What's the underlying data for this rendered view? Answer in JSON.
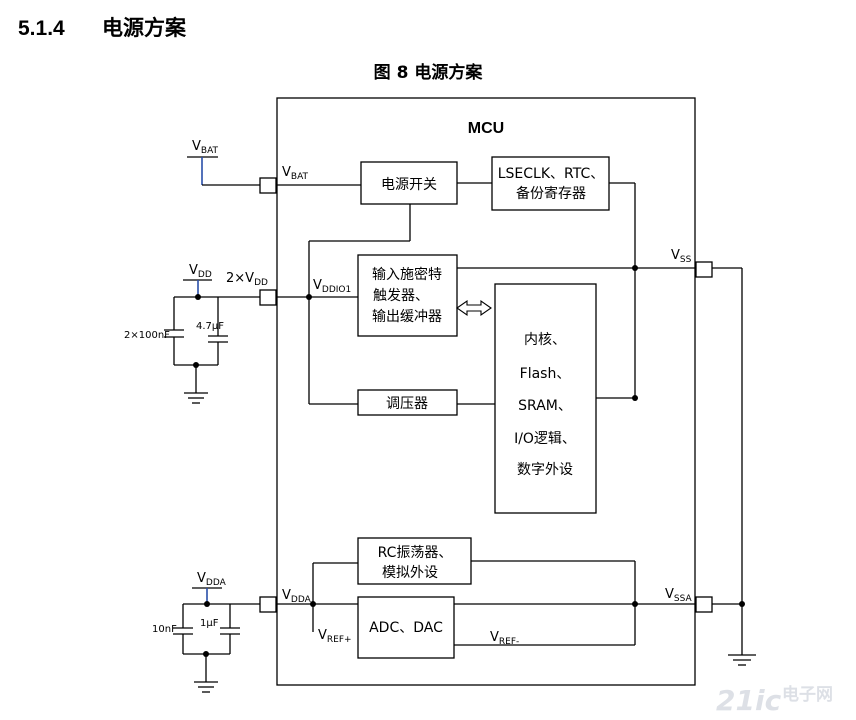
{
  "section": {
    "number": "5.1.4",
    "title": "电源方案"
  },
  "figure_caption": "图 8 电源方案",
  "mcu_label": "MCU",
  "blocks": {
    "power_switch": "电源开关",
    "lse_line1": "LSECLK、RTC、",
    "lse_line2": "备份寄存器",
    "io_line1": "输入施密特",
    "io_line2": "触发器、",
    "io_line3": "输出缓冲器",
    "core_line1": "内核、",
    "core_line2": "Flash、",
    "core_line3": "SRAM、",
    "core_line4": "I/O逻辑、",
    "core_line5": "数字外设",
    "regulator": "调压器",
    "rc_line1": "RC振荡器、",
    "rc_line2": "模拟外设",
    "adc": "ADC、DAC"
  },
  "pins": {
    "vbat_main": "V",
    "vbat_sub": "BAT",
    "vdd_main": "V",
    "vdd_sub": "DD",
    "vdd_pin_prefix": "2×V",
    "vdd_pin_sub": "DD",
    "vddio_main": "V",
    "vddio_sub": "DDIO1",
    "vss_main": "V",
    "vss_sub": "SS",
    "vdda_main": "V",
    "vdda_sub": "DDA",
    "vssa_main": "V",
    "vssa_sub": "SSA",
    "vrefp_main": "V",
    "vrefp_sub": "REF+",
    "vrefn_main": "V",
    "vrefn_sub": "REF-"
  },
  "components": {
    "cap_100nf": "2×100nF",
    "cap_4u7": "4.7μF",
    "cap_10nf": "10nF",
    "cap_1u": "1μF"
  },
  "watermark": {
    "brand": "21ic",
    "text": "电子网"
  }
}
